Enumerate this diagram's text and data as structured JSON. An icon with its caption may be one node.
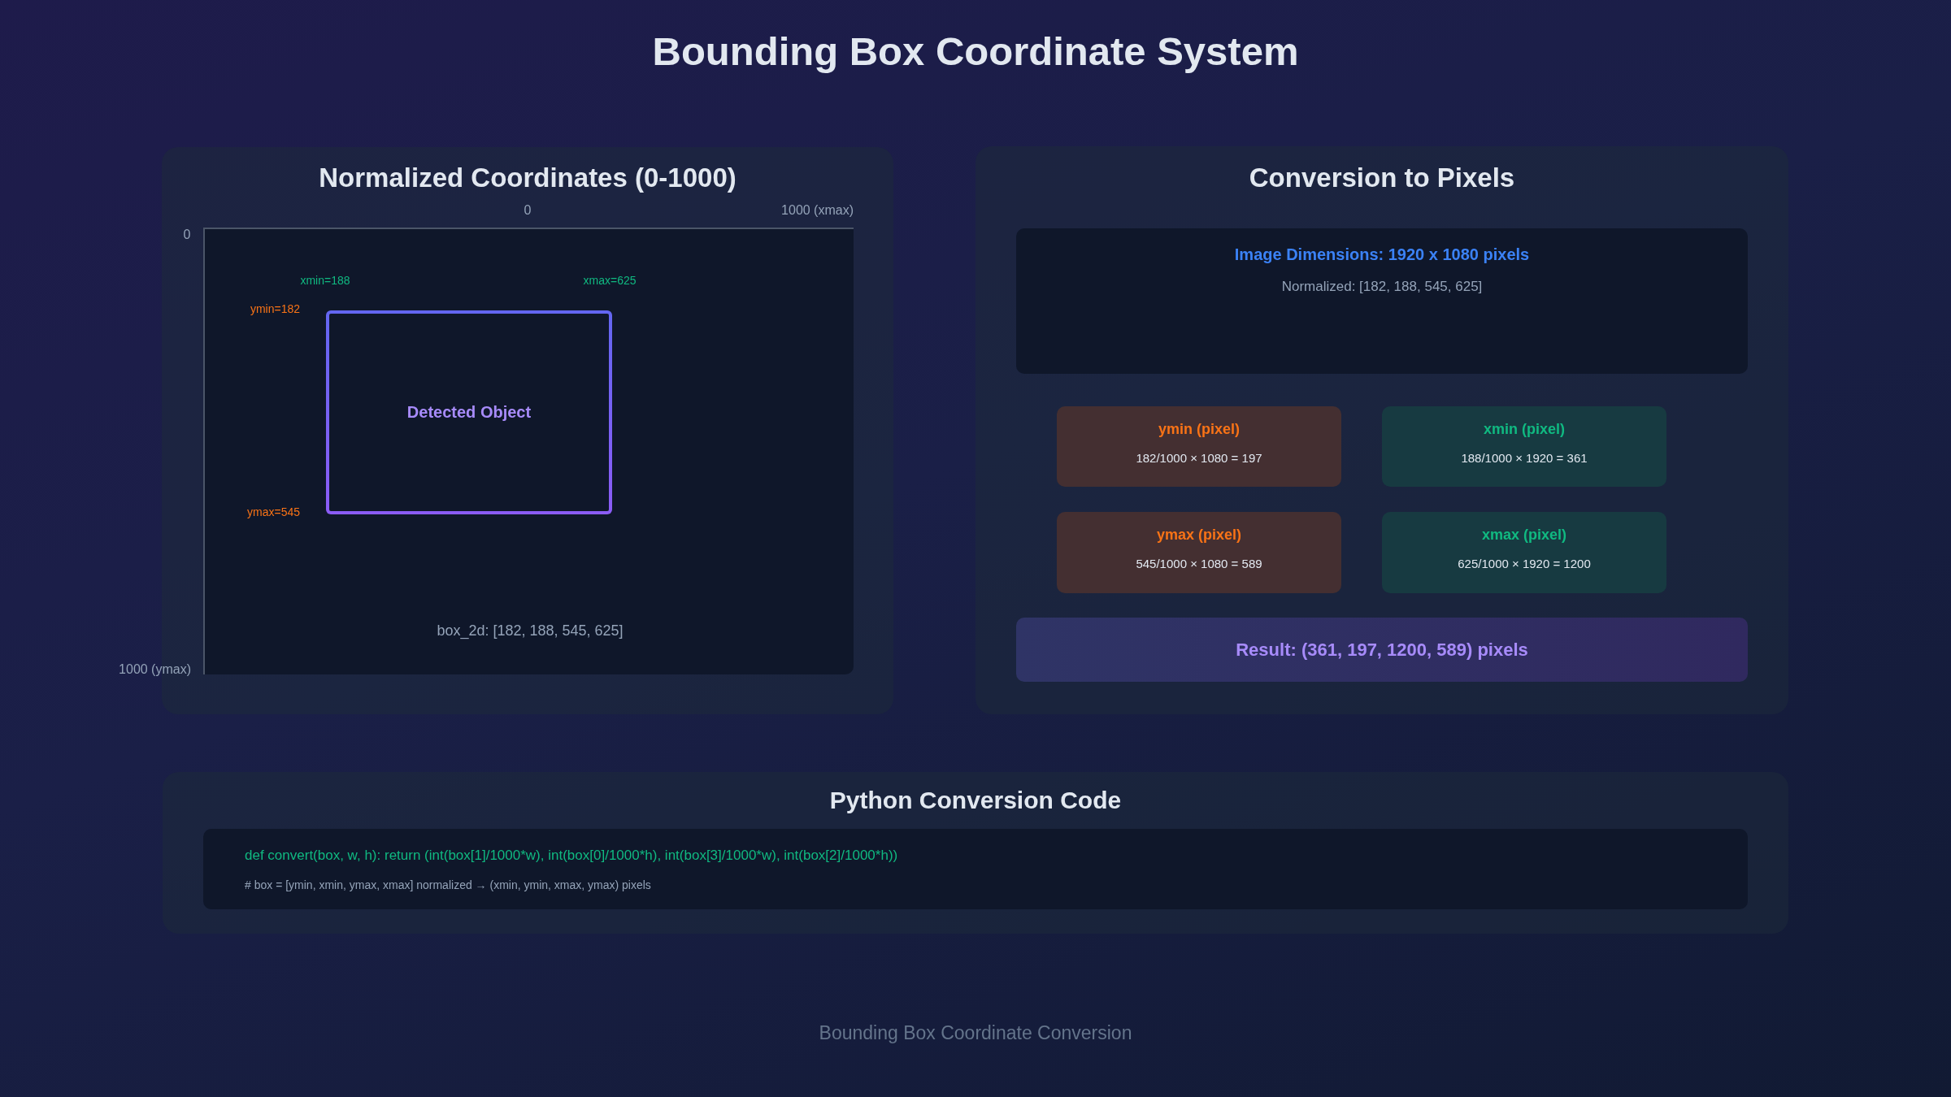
{
  "diagram": {
    "title": "Bounding Box Coordinate System",
    "caption": "Bounding Box Coordinate Conversion",
    "nodes": [
      {
        "text": [
          "Normalized Coordinates (0-1000)"
        ]
      },
      {
        "text": [
          "box_2d: [182, 188, 545, 625]"
        ],
        "in": 0
      },
      {
        "text": [
          "Detected Object"
        ],
        "in": 1
      },
      {
        "text": [
          "Conversion to Pixels"
        ]
      },
      {
        "text": [
          "Image Dimensions: 1920 x 1080 pixels",
          "Normalized: [182, 188, 545, 625]"
        ],
        "in": 3
      },
      {
        "text": [
          "ymin (pixel)",
          "182/1000 × 1080 = 197"
        ],
        "in": 3
      },
      {
        "text": [
          "xmin (pixel)",
          "188/1000 × 1920 = 361"
        ],
        "in": 3
      },
      {
        "text": [
          "ymax (pixel)",
          "545/1000 × 1080 = 589"
        ],
        "in": 3
      },
      {
        "text": [
          "xmax (pixel)",
          "625/1000 × 1920 = 1200"
        ],
        "in": 3
      },
      {
        "text": [
          "Result: (361, 197, 1200, 589) pixels"
        ],
        "in": 3
      },
      {
        "text": [
          "Python Conversion Code"
        ]
      },
      {
        "text": [
          "def convert(box, w, h): return (int(box[1]/1000*w), int(box[0]/1000*h), int(box[3]/1000*w), int(box[2]/1000*h))",
          "# box = [ymin, xmin, ymax, xmax] normalized → (xmin, ymin, xmax, ymax) pixels"
        ],
        "in": 10
      }
    ],
    "edges": [],
    "labels": [
      "0",
      "1000 (xmax)",
      "0",
      "xmin=188",
      "xmax=625",
      "ymin=182",
      "ymax=545",
      "1000 (ymax)"
    ]
  }
}
